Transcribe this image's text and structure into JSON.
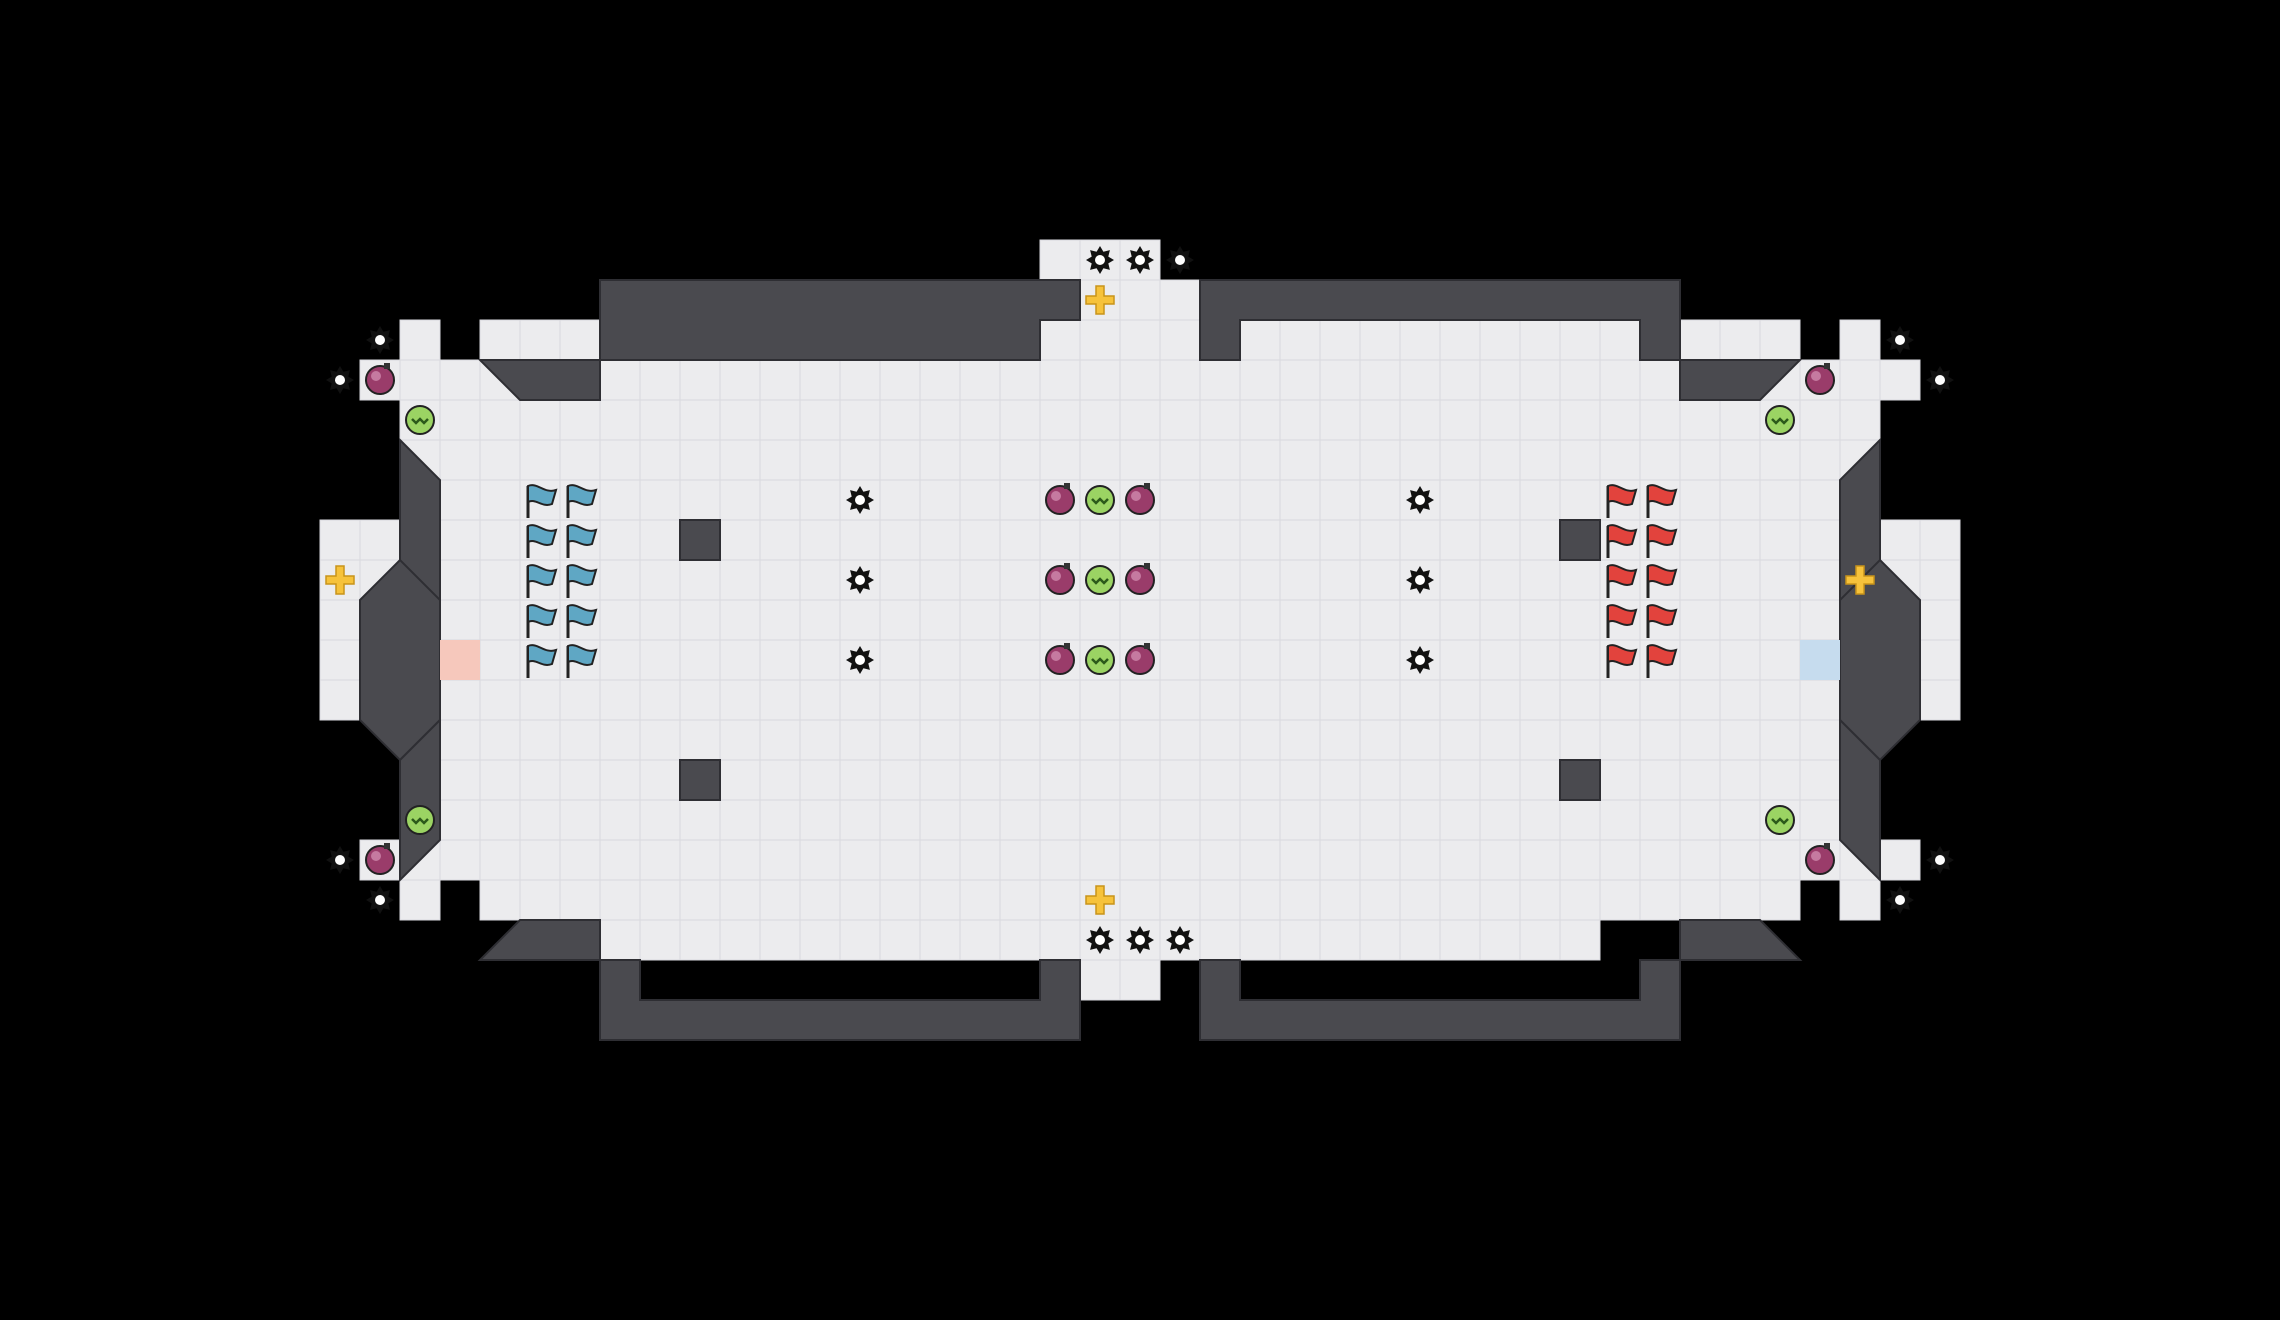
{
  "map": {
    "name": "ctf-arena",
    "cols": 40,
    "rows": 18,
    "colors": {
      "background": "#000000",
      "floor": "#ececee",
      "floor_line": "#d9d9de",
      "wall": "#4a4a4f",
      "wall_edge": "#2e2e33",
      "red_base_tile": "#f6c8bc",
      "blue_base_tile": "#c6dcee",
      "blue_flag": "#5fa7c4",
      "red_flag": "#e2433d",
      "bomb": "#9a3c6a",
      "boost": "#9bd463",
      "powerup": "#f6c23b",
      "spike": "#111111"
    },
    "legend": {
      "spike": "spike-icon",
      "bomb": "bomb-icon",
      "boost": "boost-icon",
      "powerup": "powerup-icon",
      "blue_flag": "blue-flag-icon",
      "red_flag": "red-flag-icon"
    }
  }
}
